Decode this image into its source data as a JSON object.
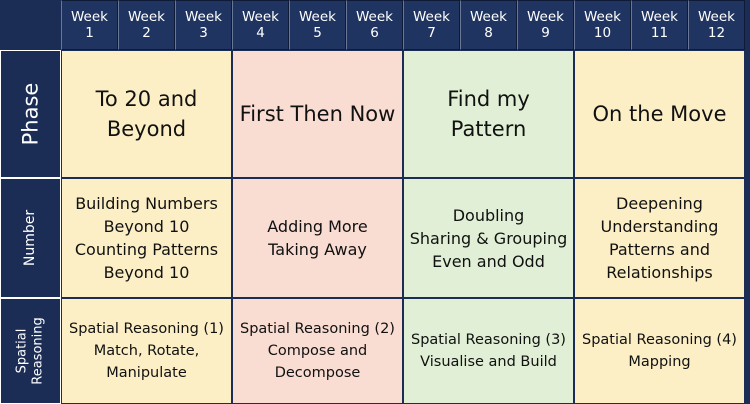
{
  "weeks": [
    {
      "label": "Week",
      "num": "1"
    },
    {
      "label": "Week",
      "num": "2"
    },
    {
      "label": "Week",
      "num": "3"
    },
    {
      "label": "Week",
      "num": "4"
    },
    {
      "label": "Week",
      "num": "5"
    },
    {
      "label": "Week",
      "num": "6"
    },
    {
      "label": "Week",
      "num": "7"
    },
    {
      "label": "Week",
      "num": "8"
    },
    {
      "label": "Week",
      "num": "9"
    },
    {
      "label": "Week",
      "num": "10"
    },
    {
      "label": "Week",
      "num": "11"
    },
    {
      "label": "Week",
      "num": "12"
    }
  ],
  "row_labels": {
    "phase": "Phase",
    "number": "Number",
    "spatial": [
      "Spatial",
      "Reasoning"
    ]
  },
  "phase": [
    {
      "lines": [
        "To 20 and",
        "Beyond"
      ],
      "color": "#fcefc6"
    },
    {
      "lines": [
        "First Then Now"
      ],
      "color": "#f9dcd2"
    },
    {
      "lines": [
        "Find my",
        "Pattern"
      ],
      "color": "#e0efd5"
    },
    {
      "lines": [
        "On the Move"
      ],
      "color": "#fcefc6"
    }
  ],
  "number": [
    {
      "lines": [
        "Building Numbers",
        "Beyond 10",
        "Counting Patterns",
        "Beyond 10"
      ]
    },
    {
      "lines": [
        "Adding More",
        "Taking Away"
      ]
    },
    {
      "lines": [
        "Doubling",
        "Sharing & Grouping",
        "Even and Odd"
      ]
    },
    {
      "lines": [
        "Deepening",
        "Understanding",
        "Patterns and",
        "Relationships"
      ]
    }
  ],
  "spatial": [
    {
      "lines": [
        "Spatial Reasoning (1)",
        "Match, Rotate,",
        "Manipulate"
      ]
    },
    {
      "lines": [
        "Spatial Reasoning (2)",
        "Compose and",
        "Decompose"
      ]
    },
    {
      "lines": [
        "Spatial Reasoning (3)",
        "Visualise and Build"
      ]
    },
    {
      "lines": [
        "Spatial Reasoning (4)",
        "Mapping"
      ]
    }
  ],
  "colors": {
    "navy": "#1c2d55",
    "yellow": "#fcefc6",
    "pink": "#f9dcd2",
    "green": "#e0efd5"
  }
}
